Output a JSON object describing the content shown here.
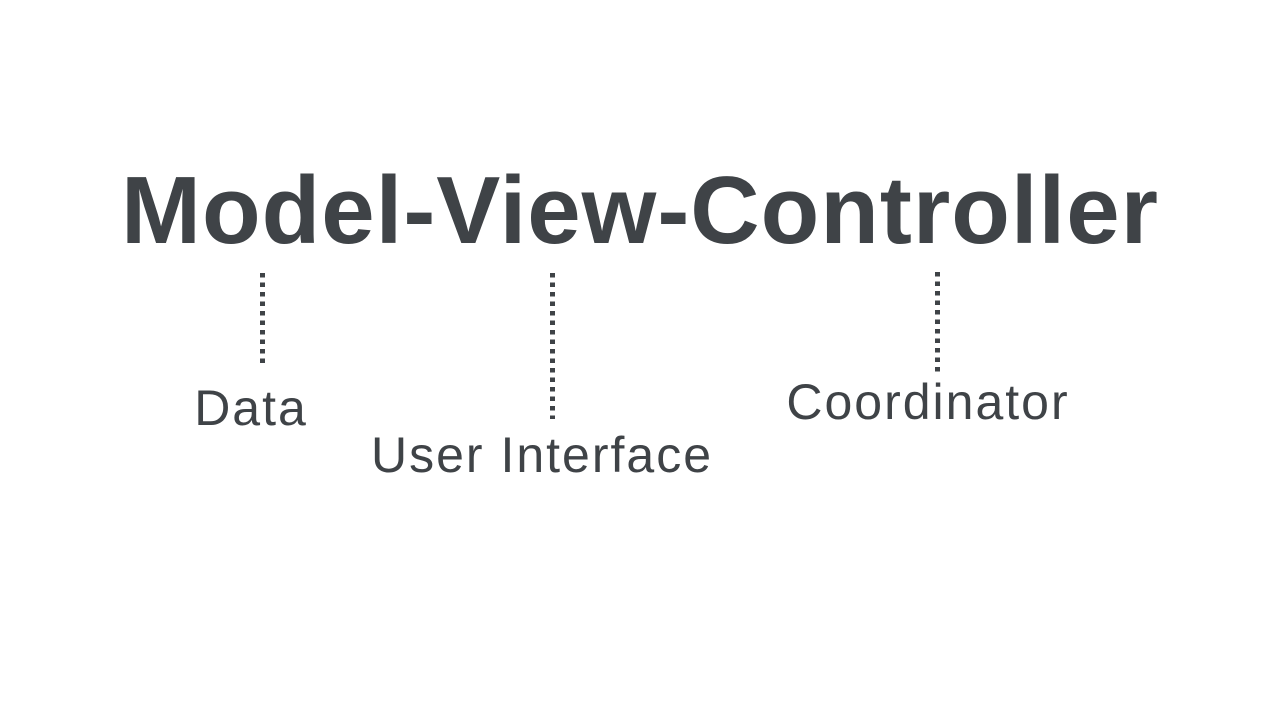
{
  "slide": {
    "title": "Model-View-Controller",
    "annotations": [
      {
        "term": "Model",
        "text": "Data"
      },
      {
        "term": "View",
        "text": "User Interface"
      },
      {
        "term": "Controller",
        "text": "Coordinator"
      }
    ],
    "colors": {
      "ink": "#3f4347",
      "background": "#ffffff"
    }
  }
}
